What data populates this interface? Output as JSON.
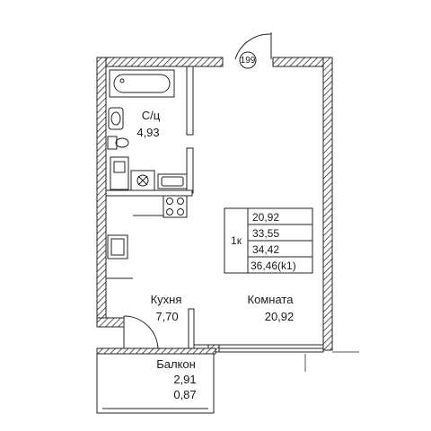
{
  "unit_marker": "199",
  "rooms": {
    "bathroom": {
      "name": "С/ц",
      "area": "4,93"
    },
    "kitchen": {
      "name": "Кухня",
      "area": "7,70"
    },
    "living": {
      "name": "Комната",
      "area": "20,92"
    },
    "balcony": {
      "name": "Балкон",
      "area": "2,91",
      "area_coef": "0,87"
    }
  },
  "summary": {
    "type": "1к",
    "values": [
      "20,92",
      "33,55",
      "34,42",
      "36,46(k1)"
    ]
  }
}
